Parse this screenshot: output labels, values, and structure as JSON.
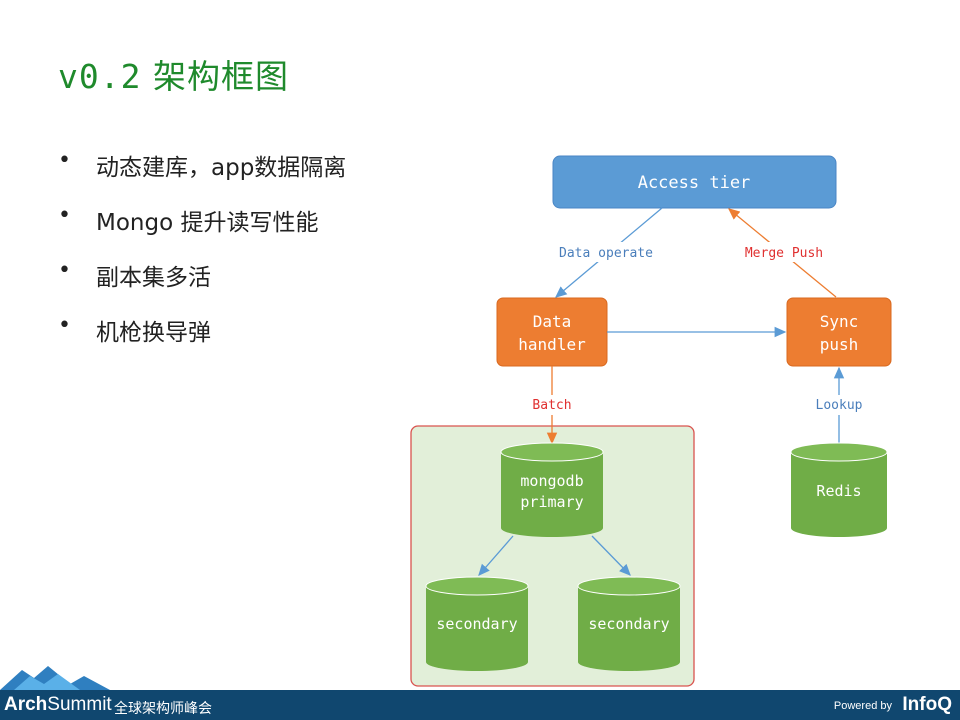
{
  "slide": {
    "title_version": "v0.2",
    "title_text": "架构框图",
    "bullets": [
      "动态建库，app数据隔离",
      "Mongo 提升读写性能",
      "副本集多活",
      "机枪换导弹"
    ]
  },
  "diagram": {
    "access_tier": "Access tier",
    "data_handler_line1": "Data",
    "data_handler_line2": "handler",
    "sync_push_line1": "Sync",
    "sync_push_line2": "push",
    "label_data_operate": "Data operate",
    "label_merge_push": "Merge Push",
    "label_batch": "Batch",
    "label_lookup": "Lookup",
    "mongodb_line1": "mongodb",
    "mongodb_line2": "primary",
    "secondary_1": "secondary",
    "secondary_2": "secondary",
    "redis": "Redis",
    "colors": {
      "blue_box": "#5b9bd5",
      "orange_box": "#ed7d31",
      "green_db": "#70ad47",
      "cluster_fill": "#e2efd9",
      "cluster_border": "#d9534f",
      "label_blue": "#4a7ebb",
      "label_red": "#e03030"
    }
  },
  "footer": {
    "logo_bold": "Arch",
    "logo_light": "Summit",
    "subtitle": "全球架构师峰会",
    "powered_by": "Powered by",
    "brand": "InfoQ"
  }
}
